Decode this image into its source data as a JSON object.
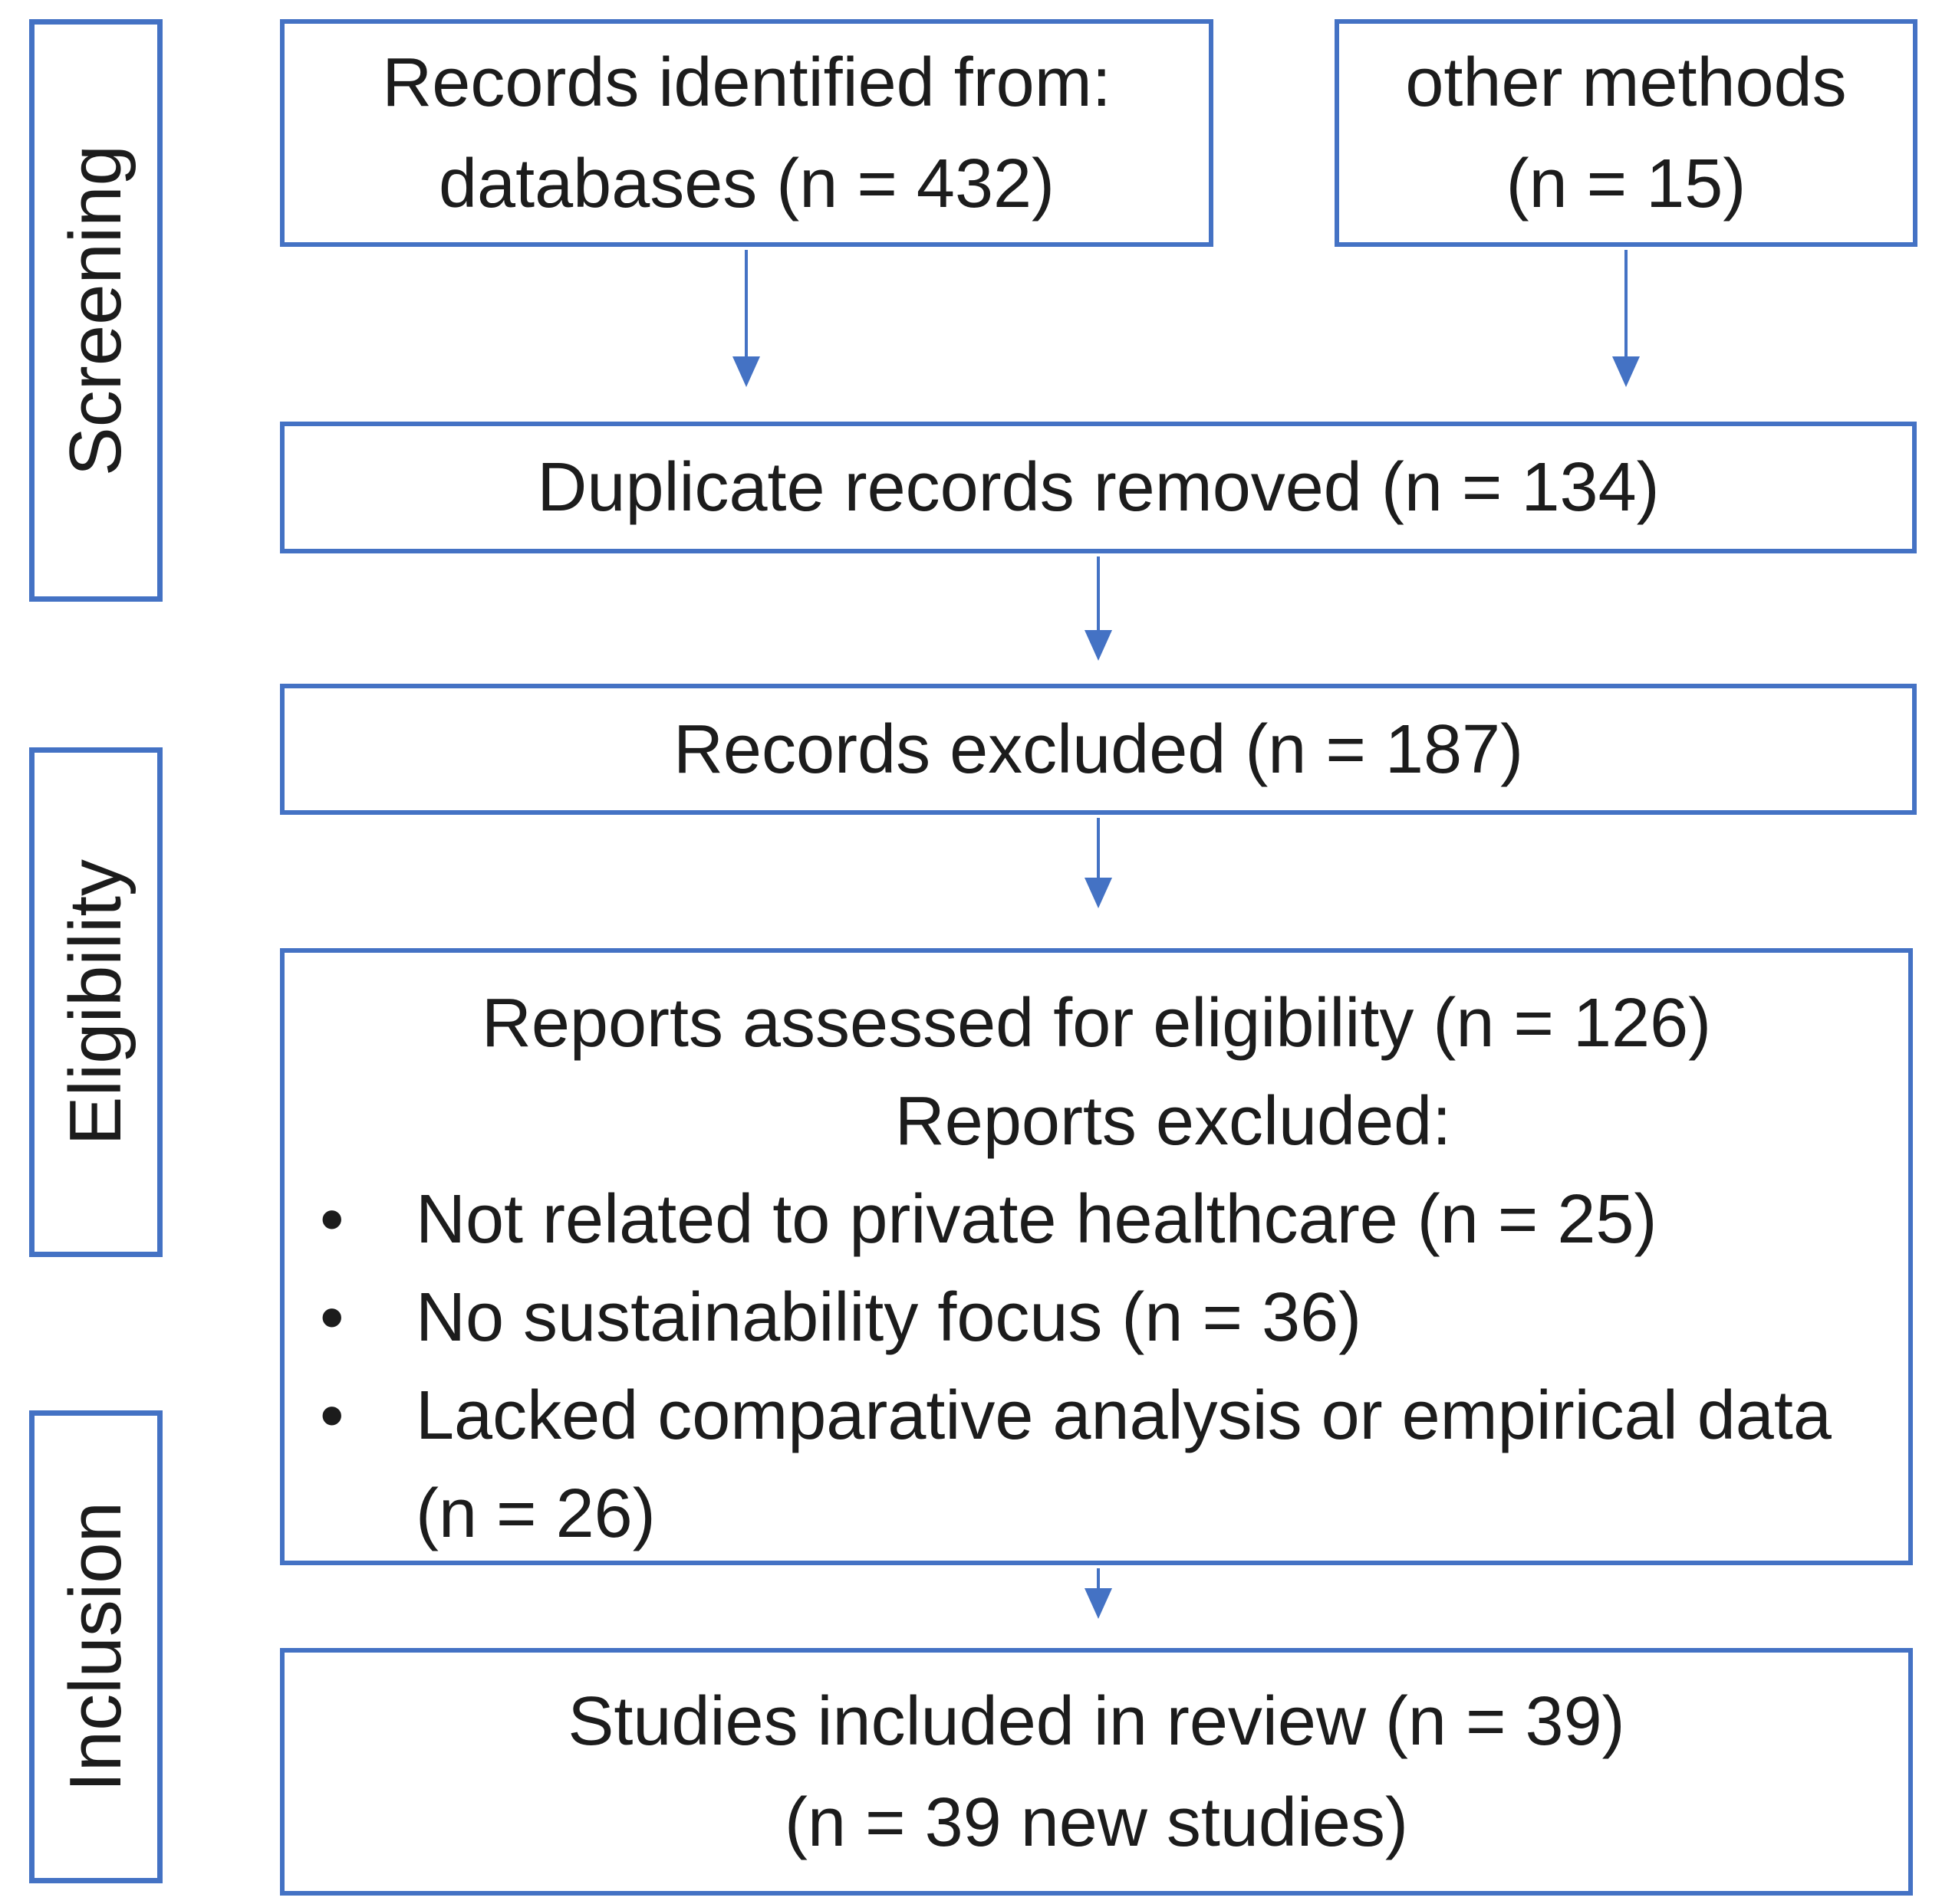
{
  "diagram": {
    "stage_labels": {
      "screening": "Screening",
      "eligibility": "Eligibility",
      "inclusion": "Inclusion"
    },
    "boxes": {
      "records_identified": {
        "line1": "Records identified from:",
        "line2": "databases (n = 432)"
      },
      "other_methods": {
        "line1": "other methods",
        "line2": "(n = 15)"
      },
      "duplicates_removed": {
        "line1": "Duplicate records removed (n = 134)"
      },
      "records_excluded": {
        "line1": "Records excluded (n = 187)"
      },
      "reports_assessed": {
        "heading": "Reports assessed for eligibility (n = 126)",
        "subheading": "Reports excluded:",
        "bullet_glyph": "•",
        "bullets": [
          "Not related to private healthcare (n = 25)",
          "No sustainability focus (n = 36)",
          "Lacked comparative analysis or empirical data (n = 26)"
        ]
      },
      "studies_included": {
        "line1": "Studies included in review (n = 39)",
        "line2": "(n = 39 new studies)"
      }
    },
    "colors": {
      "border_blue": "#4472C4",
      "arrow_blue": "#4472C4",
      "text": "#1c1c1c",
      "background": "#ffffff"
    }
  }
}
